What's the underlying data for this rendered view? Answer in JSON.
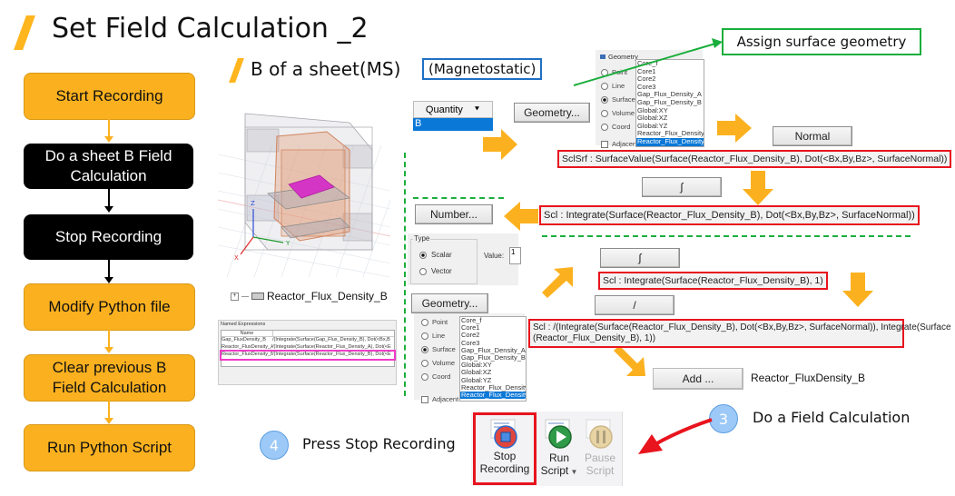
{
  "header": {
    "title": "Set Field Calculation _2",
    "subtitle": "B of a sheet(MS)",
    "solver_badge": "(Magnetostatic)"
  },
  "flow": {
    "steps": [
      {
        "label": "Start Recording",
        "style": "orange"
      },
      {
        "label": "Do a sheet B Field Calculation",
        "style": "black"
      },
      {
        "label": "Stop Recording",
        "style": "black"
      },
      {
        "label": "Modify Python file",
        "style": "orange"
      },
      {
        "label": "Clear previous B Field Calculation",
        "style": "orange"
      },
      {
        "label": "Run Python Script",
        "style": "orange"
      }
    ]
  },
  "model_view": {
    "tree_item": "Reactor_Flux_Density_B",
    "axes": [
      "Z",
      "Y",
      "X"
    ]
  },
  "named_expressions": {
    "group_label": "Named Expressions",
    "columns": [
      "Name",
      ""
    ],
    "rows": [
      {
        "name": "Gap_FluxDensity_B",
        "expr": "/(Integrate(Surface(Gap_Flux_Density_B), Dot(<Bx,B"
      },
      {
        "name": "Reactor_FluxDensity_A",
        "expr": "/(Integrate(Surface(Reactor_Flux_Density_A), Dot(<E"
      },
      {
        "name": "Reactor_FluxDensity_B",
        "expr": "/(Integrate(Surface(Reactor_Flux_Density_B), Dot(<E",
        "highlighted": true
      }
    ]
  },
  "calculator": {
    "quantity_header": "Quantity",
    "quantity_selected": "B",
    "geometry_button": "Geometry...",
    "assign_callout": "Assign surface geometry",
    "geometry_dialog": {
      "title": "Geometry",
      "types": [
        "Point",
        "Line",
        "Surface",
        "Volume",
        "Coord"
      ],
      "selected_type": "Surface",
      "adjacent_label": "Adjacent",
      "items": [
        "Core_f",
        "Core1",
        "Core2",
        "Core3",
        "Gap_Flux_Density_A",
        "Gap_Flux_Density_B",
        "Global:XY",
        "Global:XZ",
        "Global:YZ",
        "Reactor_Flux_Density_A",
        "Reactor_Flux_Density_B"
      ],
      "selected_item": "Reactor_Flux_Density_B"
    },
    "normal_button": "Normal",
    "expr_surface_value": "SclSrf : SurfaceValue(Surface(Reactor_Flux_Density_B), Dot(<Bx,By,Bz>, SurfaceNormal))",
    "integrate_button": "∫",
    "expr_integrate_dot": "Scl : Integrate(Surface(Reactor_Flux_Density_B), Dot(<Bx,By,Bz>, SurfaceNormal))",
    "number_button": "Number...",
    "type_group": {
      "label": "Type",
      "options": [
        "Scalar",
        "Vector"
      ],
      "selected": "Scalar",
      "value_label": "Value:",
      "value": "1"
    },
    "geometry_button_2": "Geometry...",
    "integrate_button_2": "∫",
    "expr_integrate_one": "Scl : Integrate(Surface(Reactor_Flux_Density_B), 1)",
    "divide_button": "/",
    "expr_divide_line1": "Scl : /(Integrate(Surface(Reactor_Flux_Density_B), Dot(<Bx,By,Bz>, SurfaceNormal)), Integrate(Surface",
    "expr_divide_line2": "(Reactor_Flux_Density_B), 1))",
    "add_button": "Add ...",
    "expression_name": "Reactor_FluxDensity_B"
  },
  "callouts": {
    "step3_number": "3",
    "step3_text": "Do a Field Calculation",
    "step4_number": "4",
    "step4_text": "Press Stop Recording"
  },
  "toolbar": {
    "stop_recording_line1": "Stop",
    "stop_recording_line2": "Recording",
    "run_script_line1": "Run",
    "run_script_line2": "Script",
    "pause_script_line1": "Pause",
    "pause_script_line2": "Script"
  },
  "colors": {
    "accent_orange": "#FBB11F",
    "highlight_red": "#E8141E",
    "callout_green": "#1AAE3C",
    "selection_blue": "#0A78D7",
    "badge_blue": "#1F6FC5",
    "magenta_highlight": "#F03CC8"
  }
}
